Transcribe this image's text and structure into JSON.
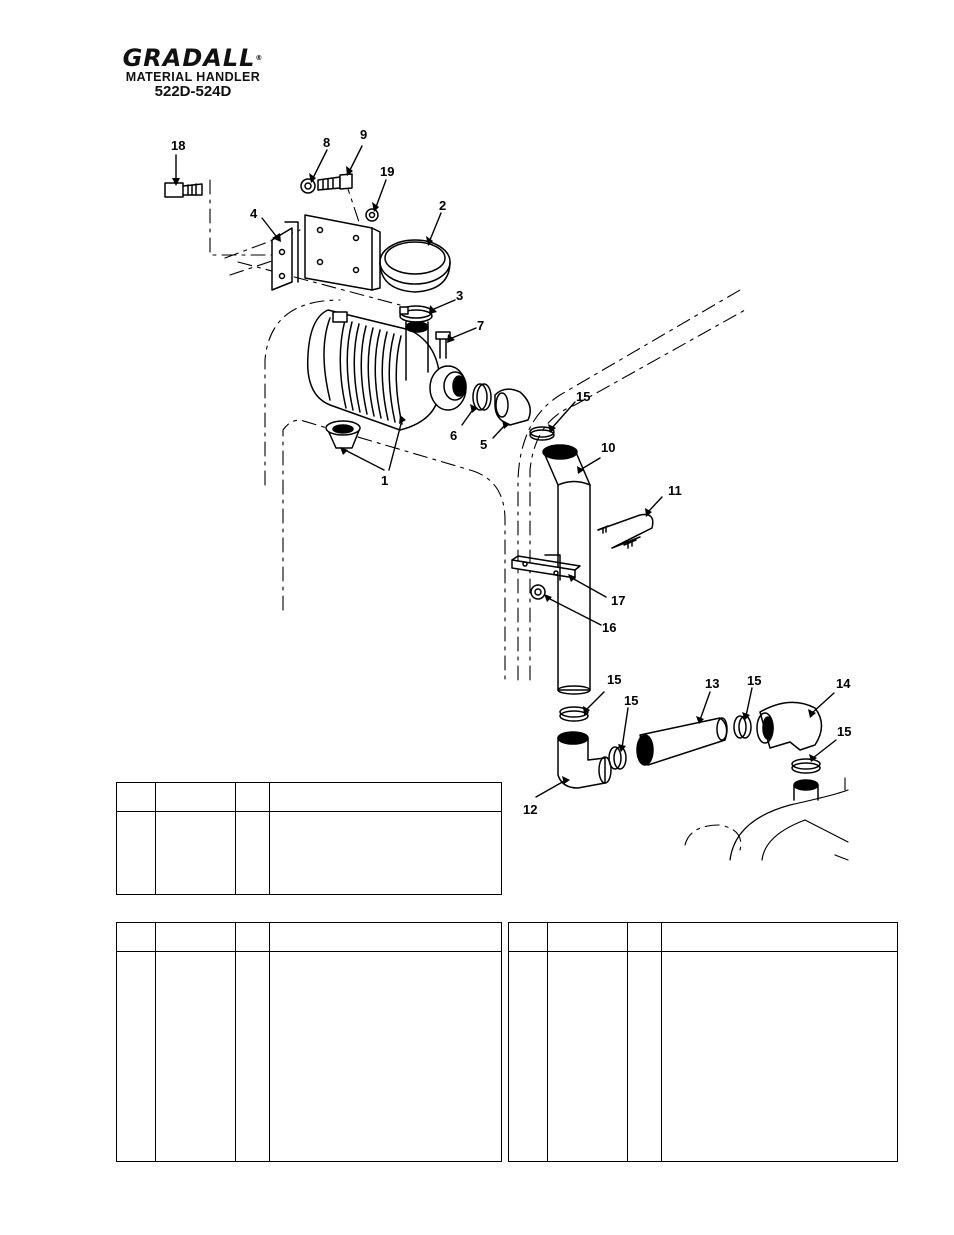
{
  "header": {
    "brand": "GRADALL",
    "registered_mark": "®",
    "subtitle": "MATERIAL HANDLER",
    "model": "522D-524D"
  },
  "diagram": {
    "callouts": [
      "18",
      "8",
      "9",
      "19",
      "4",
      "2",
      "3",
      "7",
      "15",
      "10",
      "11",
      "6",
      "5",
      "1",
      "17",
      "16",
      "15",
      "13",
      "15",
      "14",
      "15",
      "15",
      "12"
    ]
  },
  "tables": [
    {
      "name": "table-top-left",
      "rows": []
    },
    {
      "name": "table-bottom-left",
      "rows": []
    },
    {
      "name": "table-bottom-right",
      "rows": []
    }
  ]
}
